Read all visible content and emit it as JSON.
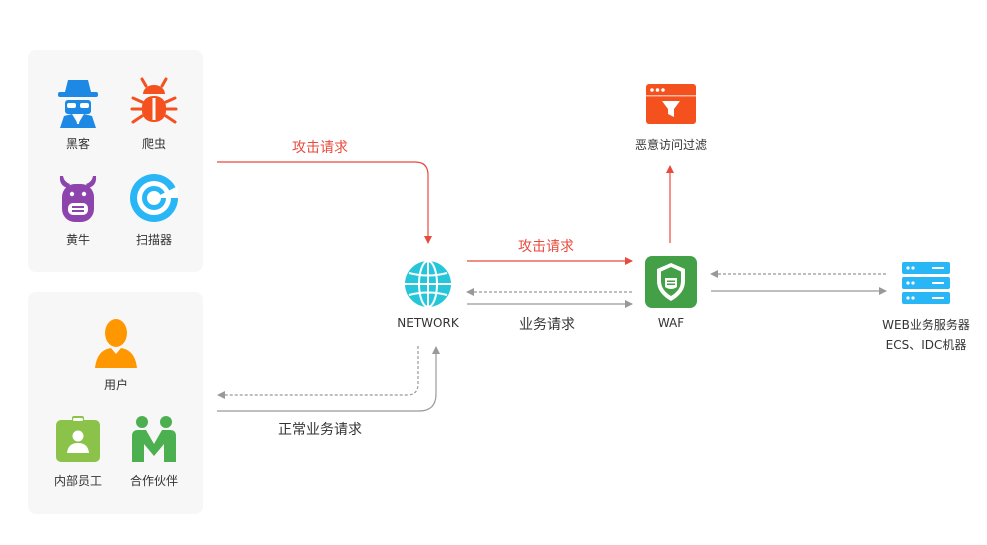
{
  "actors": {
    "hacker": "黑客",
    "crawler": "爬虫",
    "scalper": "黄牛",
    "scanner": "扫描器",
    "user": "用户",
    "employee": "内部员工",
    "partner": "合作伙伴"
  },
  "nodes": {
    "network": "NETWORK",
    "waf": "WAF",
    "filter": "恶意访问过滤",
    "server_line1": "WEB业务服务器",
    "server_line2": "ECS、IDC机器"
  },
  "edges": {
    "attack_to_network": "攻击请求",
    "attack_to_waf": "攻击请求",
    "business": "业务请求",
    "normal_business": "正常业务请求"
  },
  "colors": {
    "attack": "#e84a3d",
    "normal": "#999999",
    "blue": "#1e88e5",
    "orange_red": "#f4511e",
    "purple": "#8e44ad",
    "cyan": "#29b6f6",
    "orange": "#ff9800",
    "green": "#4caf50",
    "teal": "#26c6da"
  }
}
